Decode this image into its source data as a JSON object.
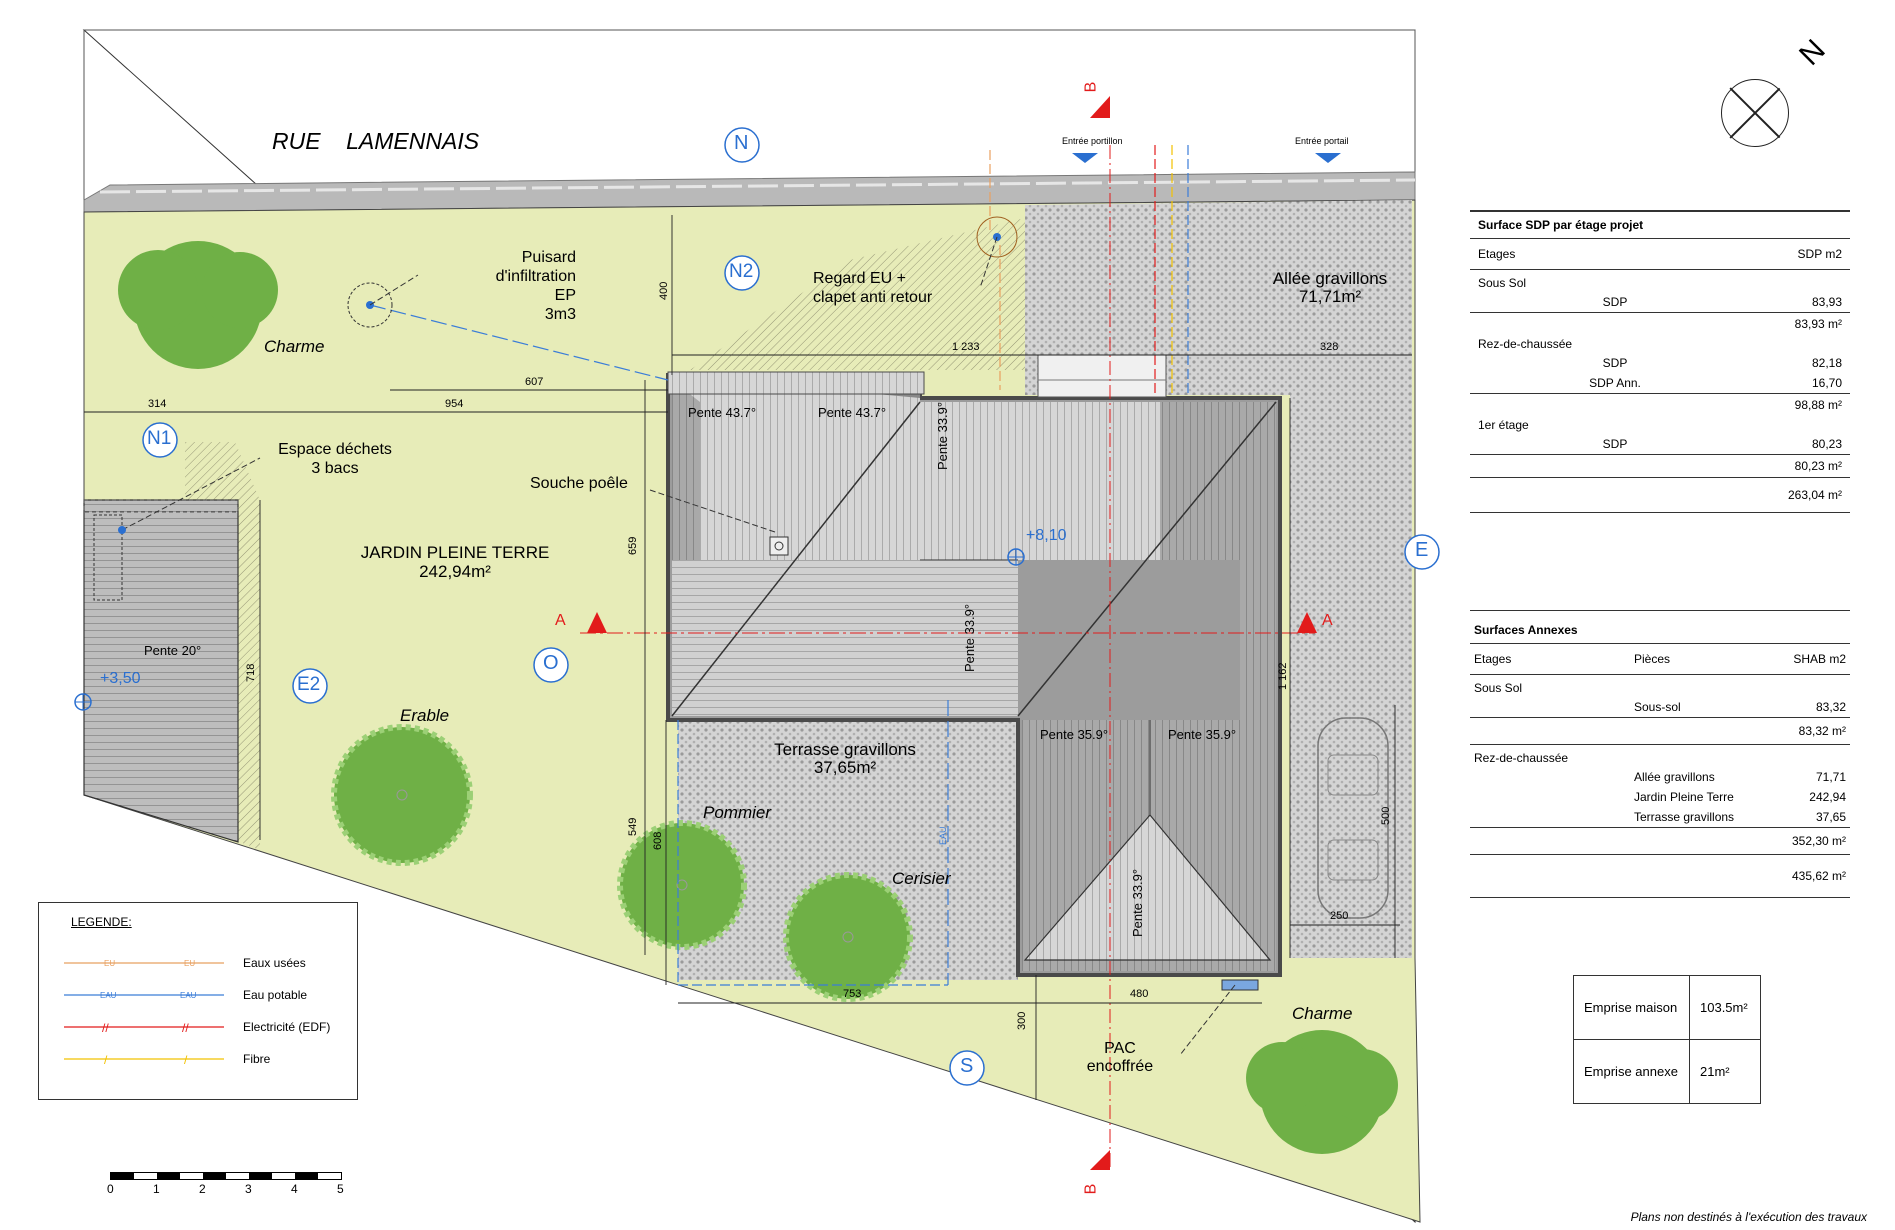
{
  "street": "RUE    LAMENNAIS",
  "entrance_gate_pedestrian": "Entrée portillon",
  "entrance_gate_main": "Entrée portail",
  "compass_north": "N",
  "orientation_markers": {
    "n": "N",
    "n1": "N1",
    "n2": "N2",
    "e": "E",
    "e2": "E2",
    "o": "O",
    "s": "S"
  },
  "section_markers": {
    "a": "A",
    "b": "B"
  },
  "labels": {
    "charme_top": "Charme",
    "charme_bottom": "Charme",
    "erable": "Erable",
    "pommier": "Pommier",
    "cerisier": "Cerisier",
    "puisard_l1": "Puisard",
    "puisard_l2": "d'infiltration EP",
    "puisard_l3": "3m3",
    "regard_l1": "Regard EU +",
    "regard_l2": "clapet anti retour",
    "dechets_l1": "Espace déchets",
    "dechets_l2": "3 bacs",
    "souche": "Souche poêle",
    "jardin_l1": "JARDIN PLEINE TERRE",
    "jardin_l2": "242,94m²",
    "allee_l1": "Allée gravillons",
    "allee_l2": "71,71m²",
    "terrasse_l1": "Terrasse gravillons",
    "terrasse_l2": "37,65m²",
    "pac_l1": "PAC",
    "pac_l2": "encoffrée",
    "level_1": "+8,10",
    "level_2": "+3,50"
  },
  "slopes": {
    "p1": "Pente 43.7°",
    "p2": "Pente 43.7°",
    "p3": "Pente 33.9°",
    "p4": "Pente 33.9°",
    "p5": "Pente 35.9°",
    "p6": "Pente 35.9°",
    "p7": "Pente 33.9°",
    "p8": "Pente 20°"
  },
  "dimensions": {
    "d400": "400",
    "d1233": "1 233",
    "d328": "328",
    "d607": "607",
    "d314": "314",
    "d954": "954",
    "d659": "659",
    "d718": "718",
    "d549": "549",
    "d608": "608",
    "d753": "753",
    "d480": "480",
    "d300": "300",
    "d250": "250",
    "d500": "500",
    "d1162": "1 162"
  },
  "pipe_codes": {
    "eau": "EAU",
    "eu": "EU"
  },
  "legend": {
    "title": "LEGENDE:",
    "items": [
      {
        "label": "Eaux usées",
        "color": "#e8a060",
        "code": "EU"
      },
      {
        "label": "Eau potable",
        "color": "#3b7dd8",
        "code": "EAU"
      },
      {
        "label": "Electricité (EDF)",
        "color": "#e21b1b",
        "code": "//"
      },
      {
        "label": "Fibre",
        "color": "#f2c200",
        "code": "//"
      }
    ]
  },
  "scale_bar": [
    "0",
    "1",
    "2",
    "3",
    "4",
    "5"
  ],
  "sdp_table": {
    "title": "Surface SDP par étage projet",
    "col1": "Etages",
    "col2": "SDP m2",
    "groups": [
      {
        "name": "Sous Sol",
        "rows": [
          {
            "k": "SDP",
            "v": "83,93"
          }
        ],
        "total": "83,93 m²"
      },
      {
        "name": "Rez-de-chaussée",
        "rows": [
          {
            "k": "SDP",
            "v": "82,18"
          },
          {
            "k": "SDP Ann.",
            "v": "16,70"
          }
        ],
        "total": "98,88 m²"
      },
      {
        "name": "1er étage",
        "rows": [
          {
            "k": "SDP",
            "v": "80,23"
          }
        ],
        "total": "80,23 m²"
      }
    ],
    "grand_total": "263,04 m²"
  },
  "annex_table": {
    "title": "Surfaces Annexes",
    "col1": "Etages",
    "col2": "Pièces",
    "col3": "SHAB m2",
    "groups": [
      {
        "name": "Sous Sol",
        "rows": [
          {
            "k": "Sous-sol",
            "v": "83,32"
          }
        ],
        "total": "83,32 m²"
      },
      {
        "name": "Rez-de-chaussée",
        "rows": [
          {
            "k": "Allée gravillons",
            "v": "71,71"
          },
          {
            "k": "Jardin Pleine Terre",
            "v": "242,94"
          },
          {
            "k": "Terrasse gravillons",
            "v": "37,65"
          }
        ],
        "total": "352,30 m²"
      }
    ],
    "grand_total": "435,62 m²"
  },
  "emprise": {
    "maison_label": "Emprise maison",
    "maison_value": "103.5m²",
    "annexe_label": "Emprise annexe",
    "annexe_value": "21m²"
  },
  "disclaimer": "Plans non destinés à l'exécution des travaux",
  "colors": {
    "lawn": "#e8ecb8",
    "tree": "#6fb046",
    "roof_dark": "#8a8a8a",
    "roof_light": "#c9c9c9",
    "gravel": "#cfcfcf",
    "section_red": "#e21b1b",
    "marker_blue": "#2a6fd0"
  }
}
